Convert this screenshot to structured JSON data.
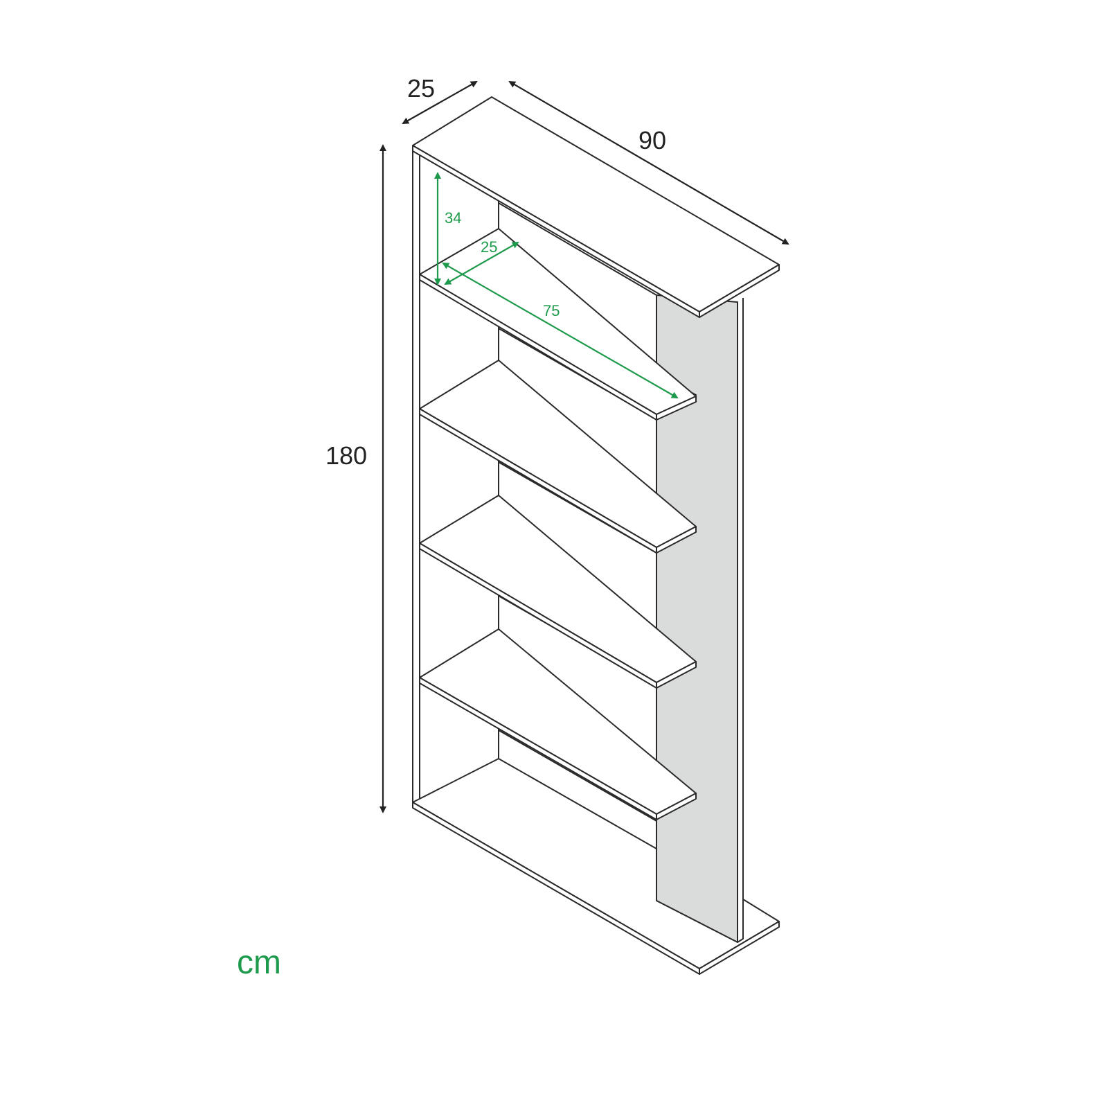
{
  "diagram": {
    "subject": "bookshelf dimension drawing",
    "unit": "cm",
    "colors": {
      "outline": "#2a2a2a",
      "panel_fill": "#ffffff",
      "side_panel_fill": "#d9dcdb",
      "outer_dimension": "#222222",
      "inner_dimension": "#1e9a4c"
    },
    "outer_dimensions": {
      "depth": "25",
      "width": "90",
      "height": "180"
    },
    "inner_dimensions": {
      "shelf_spacing": "34",
      "shelf_depth": "25",
      "shelf_width": "75"
    },
    "shelves": {
      "count": 4,
      "top_panel": 1,
      "bottom_panel": 1
    }
  }
}
